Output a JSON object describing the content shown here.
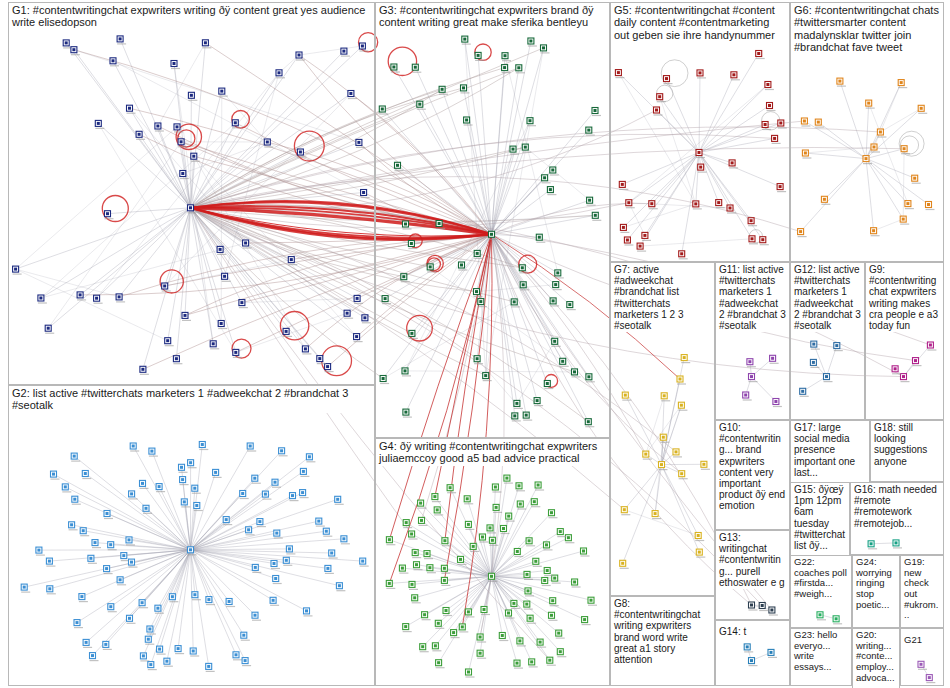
{
  "diagram": {
    "nodes": [
      {
        "text": [
          "G1: #contentwritingchat expwriters writing ðÿ content great yes audience write elisedopson"
        ]
      },
      {
        "text": [
          "G3: #contentwritingchat expwriters brand ðÿ content writing great make sferika bentleyu"
        ]
      },
      {
        "text": [
          "G5: #contentwritingchat #content daily content #contentmarketing out geben sie ihre handynummer"
        ]
      },
      {
        "text": [
          "G6: #contentwritingchat chats #twittersmarter content madalynsklar twitter join #brandchat fave tweet"
        ]
      },
      {
        "text": [
          "G2: list active #twitterchats marketers 1 #adweekchat 2 #brandchat 3 #seotalk"
        ]
      },
      {
        "text": [
          "G4: ðÿ writing #contentwritingchat expwriters juliaemccoy good a5 bad advice practical"
        ]
      },
      {
        "text": [
          "G7: active #adweekchat #brandchat list #twitterchats marketers 1 2 3 #seotalk"
        ]
      },
      {
        "text": [
          "G11: list active #twitterchats marketers 1 #adweekchat 2 #brandchat 3 #seotalk"
        ]
      },
      {
        "text": [
          "G12: list active #twitterchats marketers 1 #adweekchat 2 #brandchat 3 #seotalk"
        ]
      },
      {
        "text": [
          "G9: #contentwritingchat expwriters writing makes cra people e a3 today fun"
        ]
      },
      {
        "text": [
          "G10: #contentwriting... brand expwriters content very important product ðÿ end emotion"
        ]
      },
      {
        "text": [
          "G17: large social media presence important one last..."
        ]
      },
      {
        "text": [
          "G18: still looking suggestions anyone"
        ]
      },
      {
        "text": [
          "G15: ðÿœÿ 1pm 12pm 6am tuesday #twitterchat list ðÿ..."
        ]
      },
      {
        "text": [
          "G16: math needed #remote #remotework #remotejob..."
        ]
      },
      {
        "text": [
          "G13: writingchat #contentwriting... purell ethoswater e g"
        ]
      },
      {
        "text": [
          "G22: coaches poll #firstda... #weigh..."
        ]
      },
      {
        "text": [
          "G24: worrying ringing stop poetic..."
        ]
      },
      {
        "text": [
          "G19: new check out #ukrom..."
        ]
      },
      {
        "text": [
          "G8: #contentwritingchat writing expwriters brand word write great a1 story attention"
        ]
      },
      {
        "text": [
          "G14: t"
        ]
      },
      {
        "text": [
          "G23: hello everyo... write essays..."
        ]
      },
      {
        "text": [
          "G20: writing... #conte... employ... advoca..."
        ]
      },
      {
        "text": [
          "G21"
        ]
      }
    ]
  }
}
